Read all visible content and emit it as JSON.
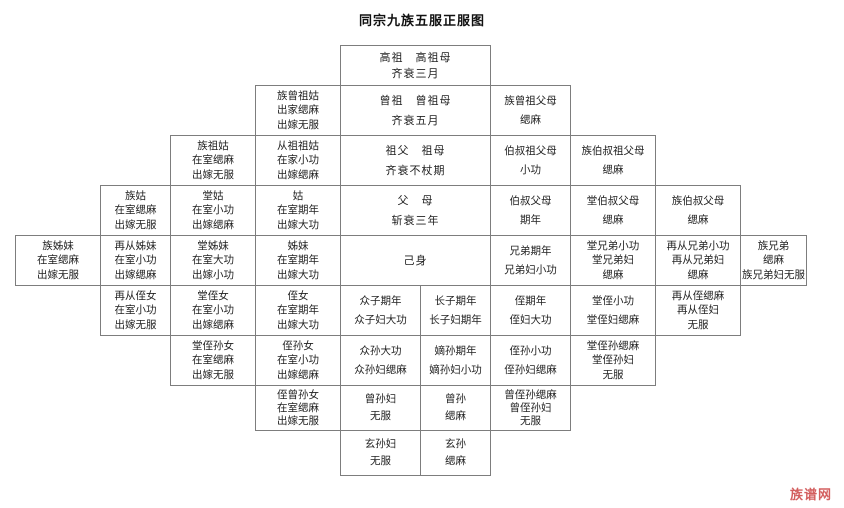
{
  "title": "同宗九族五服正服图",
  "watermark": "族谱网",
  "colors": {
    "background": "#ffffff",
    "border": "#7d7d7d",
    "text": "#222222",
    "watermark": "#cc4444"
  },
  "diagram": {
    "type": "kinship-mourning-chart",
    "rows": 9,
    "cols": 10,
    "cells": [
      {
        "row": 1,
        "col": 4,
        "span": 2,
        "main": true,
        "lines": [
          "高祖　高祖母",
          "齐衰三月"
        ]
      },
      {
        "row": 2,
        "col": 3,
        "lines": [
          "族曾祖姑",
          "出家缌麻",
          "出嫁无服"
        ]
      },
      {
        "row": 2,
        "col": 4,
        "span": 2,
        "main": true,
        "lines": [
          "曾祖　曾祖母",
          "齐衰五月"
        ]
      },
      {
        "row": 2,
        "col": 6,
        "lines": [
          "族曾祖父母",
          "缌麻"
        ]
      },
      {
        "row": 3,
        "col": 2,
        "lines": [
          "族祖姑",
          "在室缌麻",
          "出嫁无服"
        ]
      },
      {
        "row": 3,
        "col": 3,
        "lines": [
          "从祖祖姑",
          "在家小功",
          "出嫁缌麻"
        ]
      },
      {
        "row": 3,
        "col": 4,
        "span": 2,
        "main": true,
        "lines": [
          "祖父　祖母",
          "齐衰不杖期"
        ]
      },
      {
        "row": 3,
        "col": 6,
        "lines": [
          "伯叔祖父母",
          "小功"
        ]
      },
      {
        "row": 3,
        "col": 7,
        "lines": [
          "族伯叔祖父母",
          "缌麻"
        ]
      },
      {
        "row": 4,
        "col": 1,
        "lines": [
          "族姑",
          "在室缌麻",
          "出嫁无服"
        ]
      },
      {
        "row": 4,
        "col": 2,
        "lines": [
          "堂姑",
          "在室小功",
          "出嫁缌麻"
        ]
      },
      {
        "row": 4,
        "col": 3,
        "lines": [
          "姑",
          "在室期年",
          "出嫁大功"
        ]
      },
      {
        "row": 4,
        "col": 4,
        "span": 2,
        "main": true,
        "lines": [
          "父　母",
          "斩衰三年"
        ]
      },
      {
        "row": 4,
        "col": 6,
        "lines": [
          "伯叔父母",
          "期年"
        ]
      },
      {
        "row": 4,
        "col": 7,
        "lines": [
          "堂伯叔父母",
          "缌麻"
        ]
      },
      {
        "row": 4,
        "col": 8,
        "lines": [
          "族伯叔父母",
          "缌麻"
        ]
      },
      {
        "row": 5,
        "col": 0,
        "lines": [
          "族姊妹",
          "在室缌麻",
          "出嫁无服"
        ]
      },
      {
        "row": 5,
        "col": 1,
        "lines": [
          "再从姊妹",
          "在室小功",
          "出嫁缌麻"
        ]
      },
      {
        "row": 5,
        "col": 2,
        "lines": [
          "堂姊妹",
          "在室大功",
          "出嫁小功"
        ]
      },
      {
        "row": 5,
        "col": 3,
        "lines": [
          "姊妹",
          "在室期年",
          "出嫁大功"
        ]
      },
      {
        "row": 5,
        "col": 4,
        "span": 2,
        "main": true,
        "lines": [
          "己身"
        ]
      },
      {
        "row": 5,
        "col": 6,
        "lines": [
          "兄弟期年",
          "兄弟妇小功"
        ]
      },
      {
        "row": 5,
        "col": 7,
        "lines": [
          "堂兄弟小功",
          "堂兄弟妇",
          "缌麻"
        ]
      },
      {
        "row": 5,
        "col": 8,
        "lines": [
          "再从兄弟小功",
          "再从兄弟妇",
          "缌麻"
        ]
      },
      {
        "row": 5,
        "col": 9,
        "lines": [
          "族兄弟",
          "缌麻",
          "族兄弟妇无服"
        ]
      },
      {
        "row": 6,
        "col": 1,
        "lines": [
          "再从侄女",
          "在室小功",
          "出嫁无服"
        ]
      },
      {
        "row": 6,
        "col": 2,
        "lines": [
          "堂侄女",
          "在室小功",
          "出嫁缌麻"
        ]
      },
      {
        "row": 6,
        "col": 3,
        "lines": [
          "侄女",
          "在室期年",
          "出嫁大功"
        ]
      },
      {
        "row": 6,
        "col": 4,
        "lines": [
          "众子期年",
          "众子妇大功"
        ]
      },
      {
        "row": 6,
        "col": 5,
        "lines": [
          "长子期年",
          "长子妇期年"
        ]
      },
      {
        "row": 6,
        "col": 6,
        "lines": [
          "侄期年",
          "侄妇大功"
        ]
      },
      {
        "row": 6,
        "col": 7,
        "lines": [
          "堂侄小功",
          "堂侄妇缌麻"
        ]
      },
      {
        "row": 6,
        "col": 8,
        "lines": [
          "再从侄缌麻",
          "再从侄妇",
          "无服"
        ]
      },
      {
        "row": 7,
        "col": 2,
        "lines": [
          "堂侄孙女",
          "在室缌麻",
          "出嫁无服"
        ]
      },
      {
        "row": 7,
        "col": 3,
        "lines": [
          "侄孙女",
          "在室小功",
          "出嫁缌麻"
        ]
      },
      {
        "row": 7,
        "col": 4,
        "lines": [
          "众孙大功",
          "众孙妇缌麻"
        ]
      },
      {
        "row": 7,
        "col": 5,
        "lines": [
          "嫡孙期年",
          "嫡孙妇小功"
        ]
      },
      {
        "row": 7,
        "col": 6,
        "lines": [
          "侄孙小功",
          "侄孙妇缌麻"
        ]
      },
      {
        "row": 7,
        "col": 7,
        "lines": [
          "堂侄孙缌麻",
          "堂侄孙妇",
          "无服"
        ]
      },
      {
        "row": 8,
        "col": 3,
        "lines": [
          "侄曾孙女",
          "在室缌麻",
          "出嫁无服"
        ]
      },
      {
        "row": 8,
        "col": 4,
        "lines": [
          "曾孙妇",
          "无服"
        ]
      },
      {
        "row": 8,
        "col": 5,
        "lines": [
          "曾孙",
          "缌麻"
        ]
      },
      {
        "row": 8,
        "col": 6,
        "lines": [
          "曾侄孙缌麻",
          "曾侄孙妇",
          "无服"
        ]
      },
      {
        "row": 9,
        "col": 4,
        "lines": [
          "玄孙妇",
          "无服"
        ]
      },
      {
        "row": 9,
        "col": 5,
        "lines": [
          "玄孙",
          "缌麻"
        ]
      }
    ]
  }
}
